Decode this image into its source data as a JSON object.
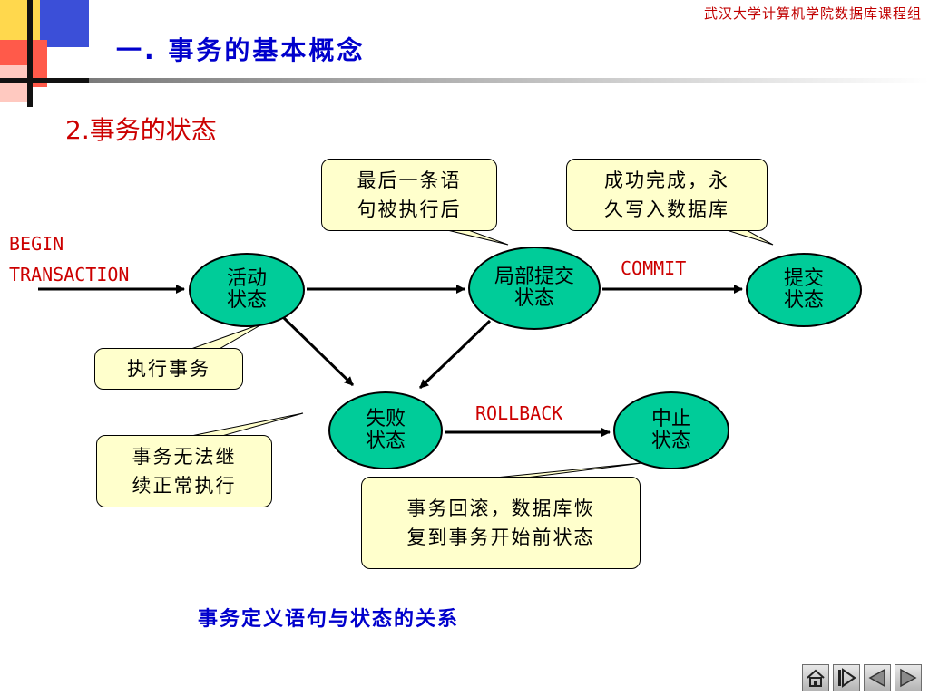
{
  "header": {
    "org": "武汉大学计算机学院数据库课程组"
  },
  "slide": {
    "title": "一. 事务的基本概念",
    "section_heading": "2.事务的状态",
    "caption": "事务定义语句与状态的关系"
  },
  "diagram": {
    "begin_label": [
      "BEGIN",
      "TRANSACTION"
    ],
    "commit_label": "COMMIT",
    "rollback_label": "ROLLBACK",
    "nodes": {
      "active": [
        "活动",
        "状态"
      ],
      "partially_committed": [
        "局部提交",
        "状态"
      ],
      "committed": [
        "提交",
        "状态"
      ],
      "failed": [
        "失败",
        "状态"
      ],
      "aborted": [
        "中止",
        "状态"
      ]
    },
    "notes": {
      "after_last_statement": [
        "最后一条语",
        "句被执行后"
      ],
      "written_permanently": [
        "成功完成，永",
        "久写入数据库"
      ],
      "executing": [
        "执行事务"
      ],
      "cannot_continue": [
        "事务无法继",
        "续正常执行"
      ],
      "rolled_back": [
        "事务回滚，数据库恢",
        "复到事务开始前状态"
      ]
    }
  },
  "colors": {
    "title_blue": "#0000cc",
    "heading_red": "#cc0000",
    "org_red": "#c00000",
    "node_fill": "#00cc99",
    "note_fill": "#ffffcc",
    "caption_blue": "#0000cc"
  },
  "icons": [
    "home-icon",
    "last-page-icon",
    "previous-page-icon",
    "next-page-icon"
  ]
}
